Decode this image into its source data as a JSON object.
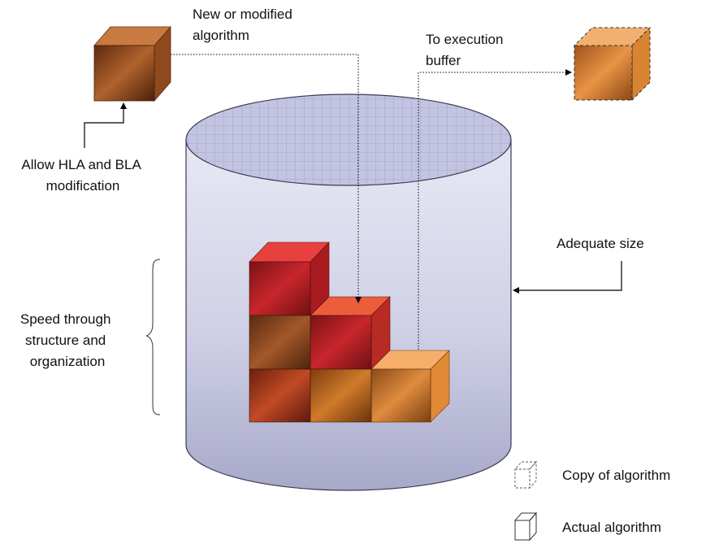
{
  "labels": {
    "new_algorithm": [
      "New or modified",
      "algorithm"
    ],
    "execution_buffer": [
      "To execution",
      "buffer"
    ],
    "allow_modification": [
      "Allow HLA and BLA",
      "modification"
    ],
    "adequate_size": "Adequate size",
    "speed": [
      "Speed through",
      "structure and",
      "organization"
    ]
  },
  "legend": {
    "copy": "Copy of algorithm",
    "actual": "Actual algorithm"
  },
  "colors": {
    "cylinder_top": "#c2c3e0",
    "cylinder_body_light": "#e4e4f1",
    "cylinder_body_dark": "#a9aaca",
    "cylinder_edge": "#3a3a55",
    "cube_red": "#c0262a",
    "cube_brown": "#8b4a22",
    "cube_orange": "#e08a30",
    "cube_light_orange": "#f5a860"
  }
}
